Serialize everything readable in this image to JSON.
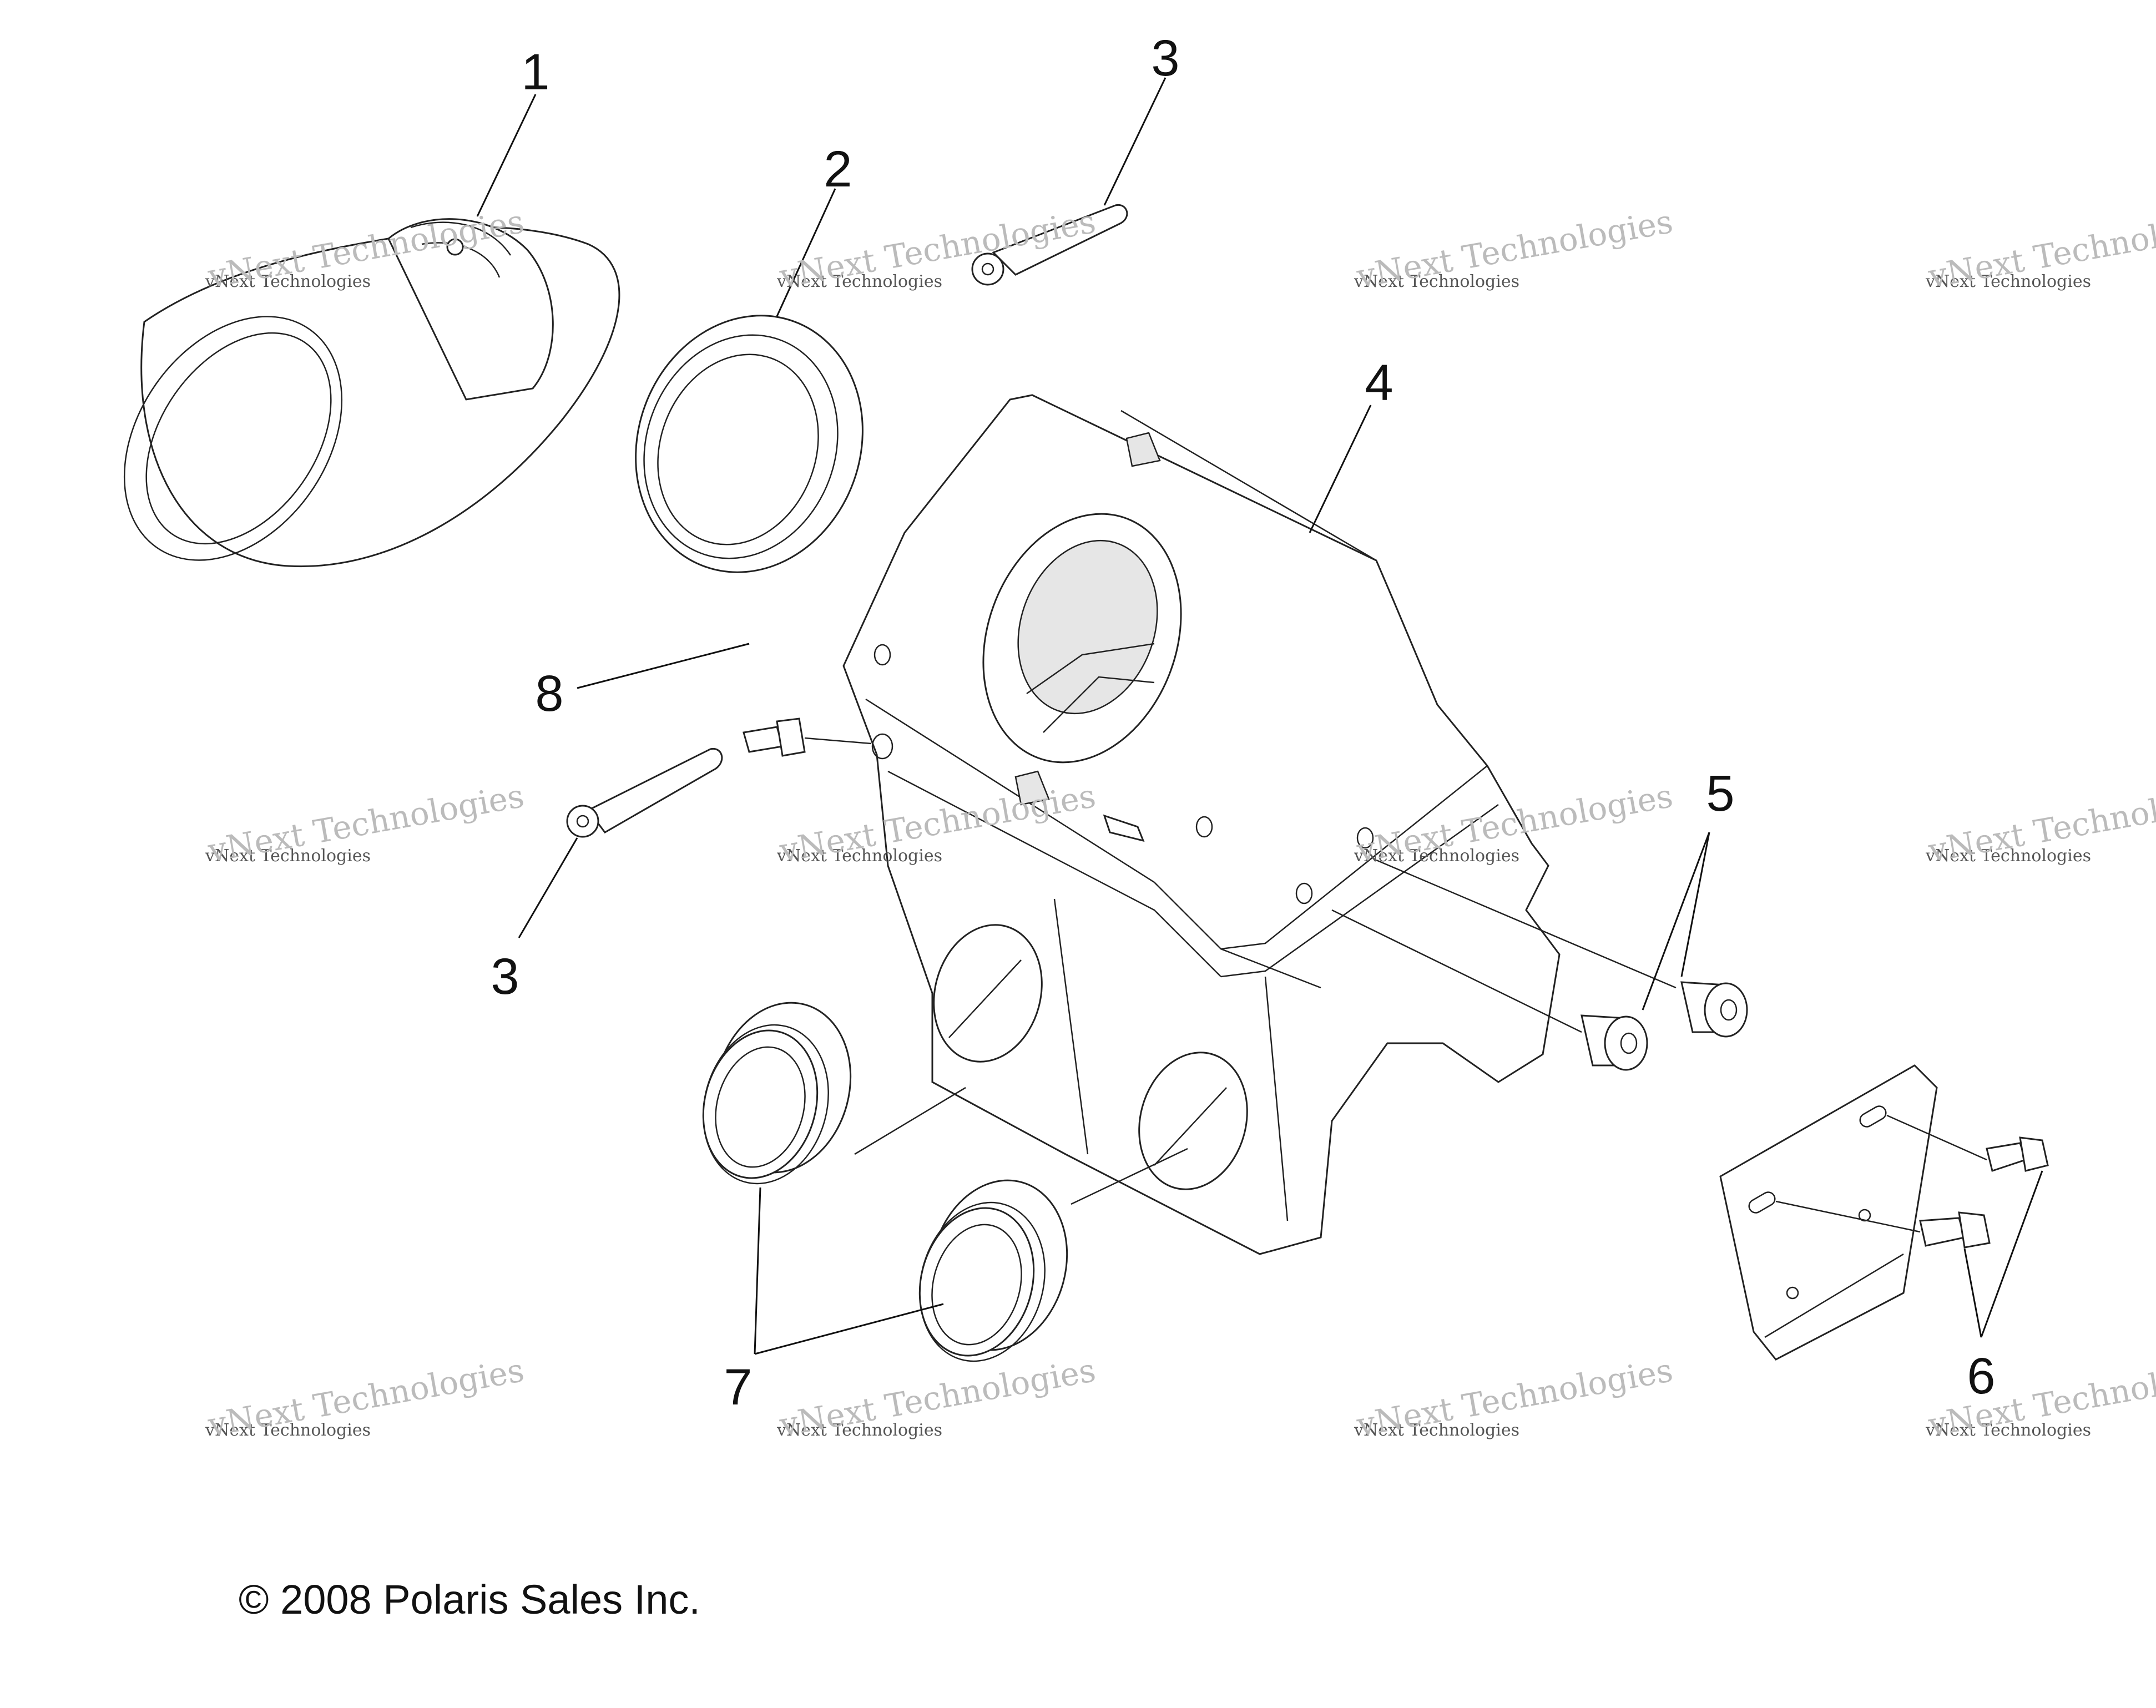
{
  "callouts": {
    "c1": "1",
    "c2": "2",
    "c3a": "3",
    "c3b": "3",
    "c4": "4",
    "c5": "5",
    "c6": "6",
    "c7": "7",
    "c8": "8"
  },
  "watermark": {
    "line_small": "vNext Technologies",
    "line_big": "vNext Technologies"
  },
  "copyright": "© 2008 Polaris Sales Inc."
}
